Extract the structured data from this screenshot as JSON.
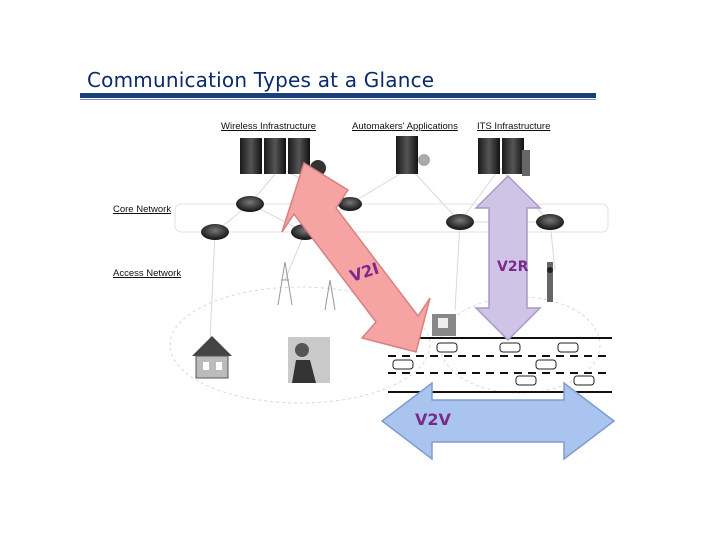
{
  "slide": {
    "title": "Communication Types at a Glance"
  },
  "layers": {
    "core_network": "Core Network",
    "access_network": "Access Network"
  },
  "infrastructure": {
    "wireless": "Wireless Infrastructure",
    "automakers": "Automakers' Applications",
    "its": "ITS Infrastructure"
  },
  "arrows": {
    "v2i": "V2I",
    "v2r": "V2R",
    "v2v": "V2V"
  },
  "colors": {
    "title": "#0b2a6e",
    "rule": "#1b3f7a",
    "v2i_fill": "#f5a3a3",
    "v2r_fill": "#cfc3e6",
    "v2v_fill": "#a9c4ee",
    "arrow_text": "#7a2a8a"
  }
}
